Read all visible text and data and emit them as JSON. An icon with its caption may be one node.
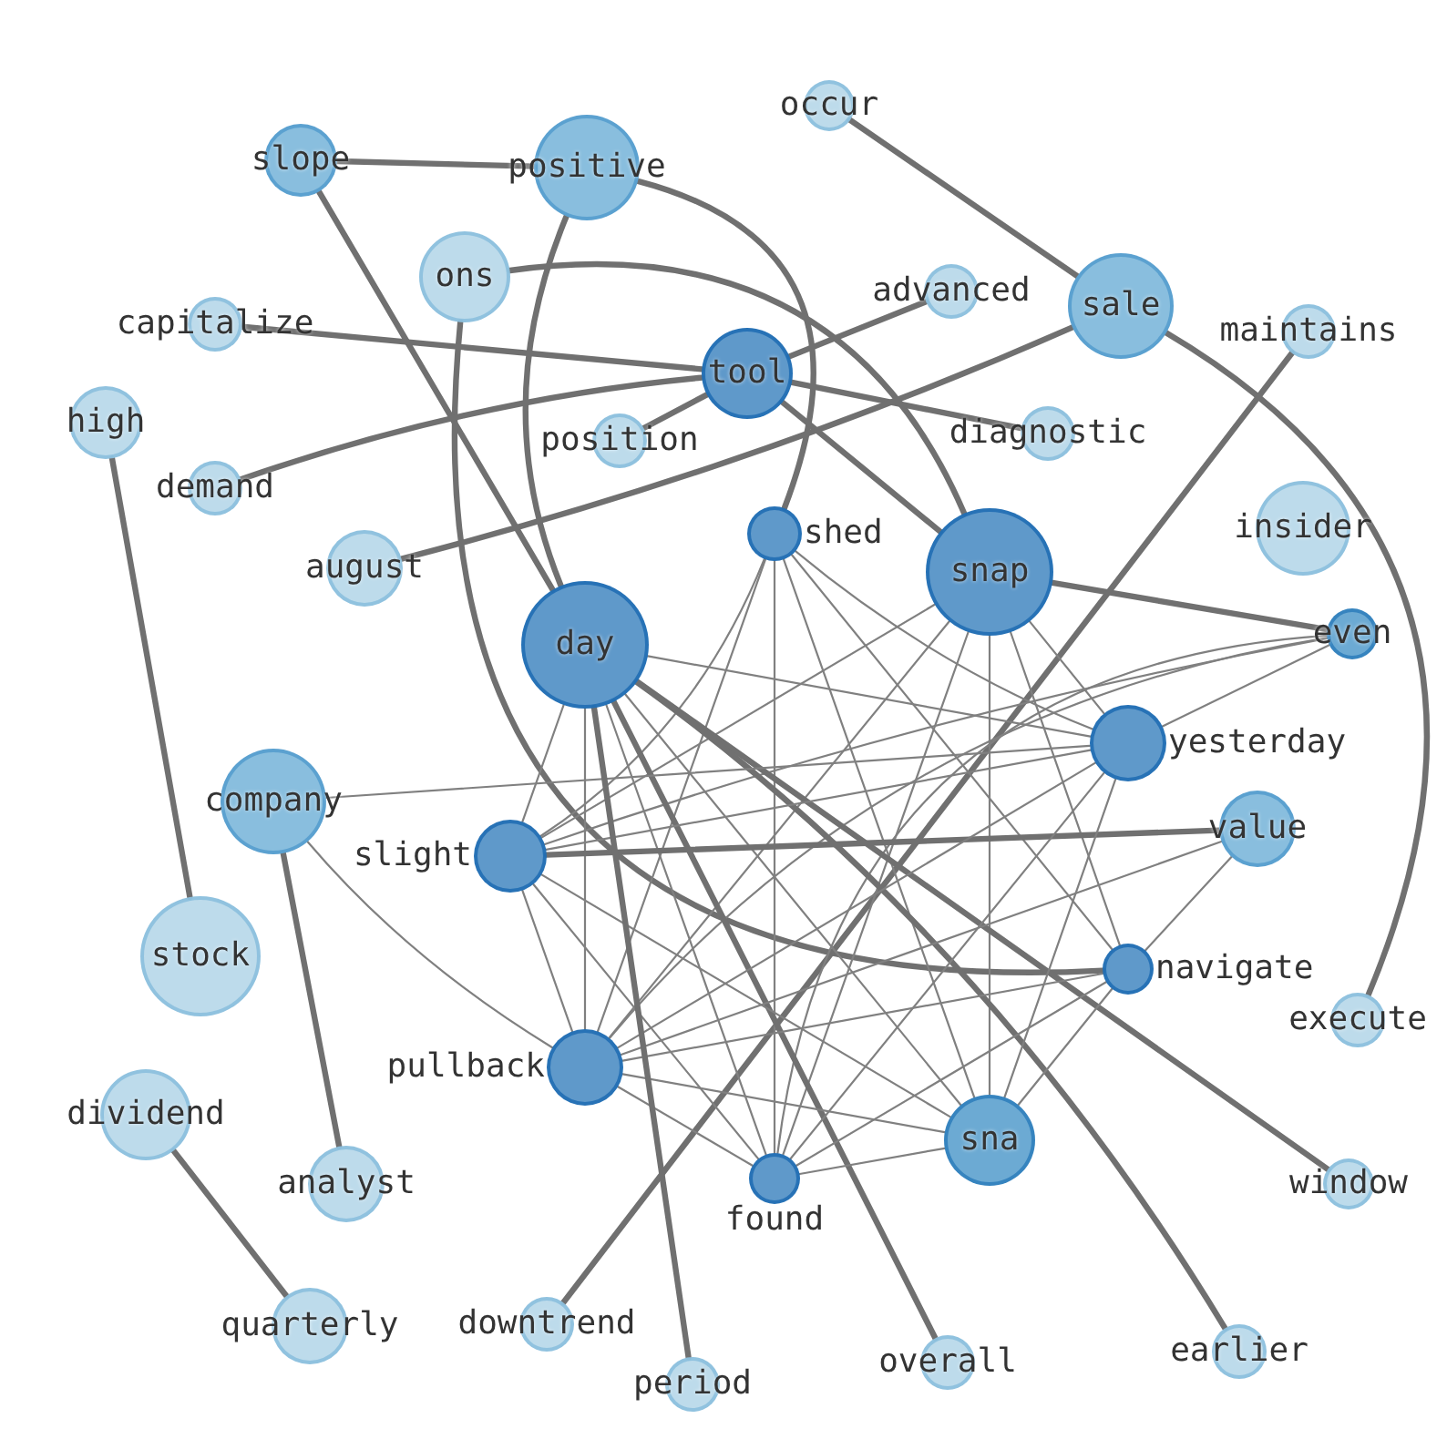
{
  "diagram": {
    "nodes": [
      {
        "text": [
          "slope"
        ]
      },
      {
        "text": [
          "occur"
        ]
      },
      {
        "text": [
          "positive"
        ]
      },
      {
        "text": [
          "ons"
        ]
      },
      {
        "text": [
          "capitalize"
        ]
      },
      {
        "text": [
          "sale"
        ]
      },
      {
        "text": [
          "maintains"
        ]
      },
      {
        "text": [
          "advanced"
        ]
      },
      {
        "text": [
          "tool"
        ]
      },
      {
        "text": [
          "high"
        ]
      },
      {
        "text": [
          "demand"
        ]
      },
      {
        "text": [
          "august"
        ]
      },
      {
        "text": [
          "insider"
        ]
      },
      {
        "text": [
          "diagnostic"
        ]
      },
      {
        "text": [
          "even"
        ]
      },
      {
        "text": [
          "shed"
        ]
      },
      {
        "text": [
          "snap"
        ]
      },
      {
        "text": [
          "day"
        ]
      },
      {
        "text": [
          "company"
        ]
      },
      {
        "text": [
          "value"
        ]
      },
      {
        "text": [
          "yesterday"
        ]
      },
      {
        "text": [
          "slight"
        ]
      },
      {
        "text": [
          "stock"
        ]
      },
      {
        "text": [
          "position"
        ]
      },
      {
        "text": [
          "pullback"
        ]
      },
      {
        "text": [
          "window"
        ]
      },
      {
        "text": [
          "execute"
        ]
      },
      {
        "text": [
          "navigate"
        ]
      },
      {
        "text": [
          "dividend"
        ]
      },
      {
        "text": [
          "earlier"
        ]
      },
      {
        "text": [
          "analyst"
        ]
      },
      {
        "text": [
          "downtrend"
        ]
      },
      {
        "text": [
          "found"
        ]
      },
      {
        "text": [
          "quarterly"
        ]
      },
      {
        "text": [
          "sna"
        ]
      },
      {
        "text": [
          "period"
        ]
      },
      {
        "text": [
          "overall"
        ]
      }
    ],
    "edges": [
      {
        "from": 0,
        "to": 2,
        "arrow": "none",
        "style": "thick"
      },
      {
        "from": 0,
        "to": 17,
        "arrow": "none",
        "style": "thick"
      },
      {
        "from": 1,
        "to": 5,
        "arrow": "none",
        "style": "thick"
      },
      {
        "from": 2,
        "to": 15,
        "arrow": "none",
        "style": "thick"
      },
      {
        "from": 2,
        "to": 17,
        "arrow": "none",
        "style": "thick"
      },
      {
        "from": 3,
        "to": 16,
        "arrow": "none",
        "style": "thick"
      },
      {
        "from": 3,
        "to": 27,
        "arrow": "none",
        "style": "thick"
      },
      {
        "from": 4,
        "to": 8,
        "arrow": "none",
        "style": "thick"
      },
      {
        "from": 5,
        "to": 26,
        "arrow": "none",
        "style": "thick"
      },
      {
        "from": 6,
        "to": 31,
        "arrow": "none",
        "style": "thick"
      },
      {
        "from": 8,
        "to": 7,
        "arrow": "none",
        "style": "thick"
      },
      {
        "from": 8,
        "to": 13,
        "arrow": "none",
        "style": "thick"
      },
      {
        "from": 8,
        "to": 16,
        "arrow": "none",
        "style": "thick"
      },
      {
        "from": 8,
        "to": 23,
        "arrow": "none",
        "style": "thick"
      },
      {
        "from": 9,
        "to": 22,
        "arrow": "none",
        "style": "thick"
      },
      {
        "from": 10,
        "to": 8,
        "arrow": "none",
        "style": "thick"
      },
      {
        "from": 11,
        "to": 5,
        "arrow": "none",
        "style": "thick"
      },
      {
        "from": 14,
        "to": 20,
        "arrow": "none"
      },
      {
        "from": 14,
        "to": 21,
        "arrow": "none"
      },
      {
        "from": 14,
        "to": 24,
        "arrow": "none"
      },
      {
        "from": 14,
        "to": 32,
        "arrow": "none"
      },
      {
        "from": 15,
        "to": 21,
        "arrow": "none"
      },
      {
        "from": 15,
        "to": 20,
        "arrow": "none"
      },
      {
        "from": 15,
        "to": 24,
        "arrow": "none"
      },
      {
        "from": 15,
        "to": 32,
        "arrow": "none"
      },
      {
        "from": 15,
        "to": 27,
        "arrow": "none"
      },
      {
        "from": 15,
        "to": 34,
        "arrow": "none"
      },
      {
        "from": 16,
        "to": 14,
        "arrow": "none",
        "style": "thick"
      },
      {
        "from": 16,
        "to": 21,
        "arrow": "none"
      },
      {
        "from": 16,
        "to": 20,
        "arrow": "none"
      },
      {
        "from": 16,
        "to": 24,
        "arrow": "none"
      },
      {
        "from": 16,
        "to": 32,
        "arrow": "none"
      },
      {
        "from": 16,
        "to": 27,
        "arrow": "none"
      },
      {
        "from": 16,
        "to": 34,
        "arrow": "none"
      },
      {
        "from": 17,
        "to": 25,
        "arrow": "none",
        "style": "thick"
      },
      {
        "from": 17,
        "to": 21,
        "arrow": "none"
      },
      {
        "from": 17,
        "to": 20,
        "arrow": "none"
      },
      {
        "from": 17,
        "to": 24,
        "arrow": "none"
      },
      {
        "from": 17,
        "to": 32,
        "arrow": "none"
      },
      {
        "from": 17,
        "to": 34,
        "arrow": "none"
      },
      {
        "from": 17,
        "to": 29,
        "arrow": "none",
        "style": "thick"
      },
      {
        "from": 17,
        "to": 36,
        "arrow": "none",
        "style": "thick"
      },
      {
        "from": 18,
        "to": 30,
        "arrow": "none",
        "style": "thick"
      },
      {
        "from": 18,
        "to": 20,
        "arrow": "none"
      },
      {
        "from": 18,
        "to": 24,
        "arrow": "none"
      },
      {
        "from": 19,
        "to": 24,
        "arrow": "none"
      },
      {
        "from": 19,
        "to": 27,
        "arrow": "none"
      },
      {
        "from": 21,
        "to": 19,
        "arrow": "none",
        "style": "thick"
      },
      {
        "from": 21,
        "to": 20,
        "arrow": "none"
      },
      {
        "from": 21,
        "to": 24,
        "arrow": "none"
      },
      {
        "from": 21,
        "to": 32,
        "arrow": "none"
      },
      {
        "from": 21,
        "to": 34,
        "arrow": "none"
      },
      {
        "from": 20,
        "to": 24,
        "arrow": "none"
      },
      {
        "from": 20,
        "to": 32,
        "arrow": "none"
      },
      {
        "from": 20,
        "to": 34,
        "arrow": "none"
      },
      {
        "from": 24,
        "to": 27,
        "arrow": "none"
      },
      {
        "from": 24,
        "to": 32,
        "arrow": "none"
      },
      {
        "from": 24,
        "to": 34,
        "arrow": "none"
      },
      {
        "from": 27,
        "to": 32,
        "arrow": "none"
      },
      {
        "from": 27,
        "to": 34,
        "arrow": "none"
      },
      {
        "from": 28,
        "to": 33,
        "arrow": "none",
        "style": "thick"
      },
      {
        "from": 32,
        "to": 34,
        "arrow": "none"
      },
      {
        "from": 35,
        "to": 17,
        "arrow": "none",
        "style": "thick"
      }
    ]
  }
}
